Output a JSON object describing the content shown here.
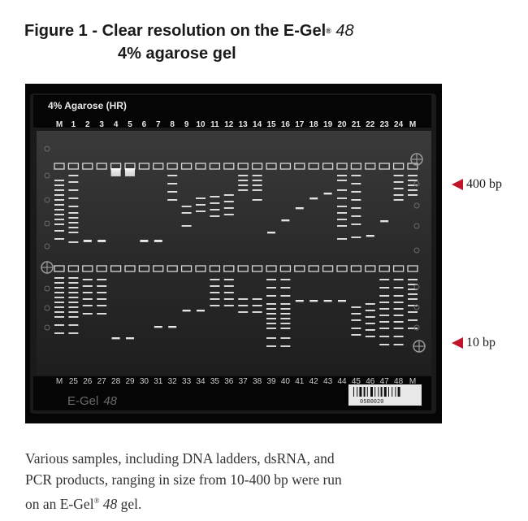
{
  "figure": {
    "title_line1_prefix": "Figure 1 - Clear resolution on the E-Gel",
    "title_reg": "®",
    "title_line1_italic": "48",
    "title_line2": "4% agarose gel"
  },
  "gel": {
    "header_label": "4% Agarose (HR)",
    "top_lanes": [
      "M",
      "1",
      "2",
      "3",
      "4",
      "5",
      "6",
      "7",
      "8",
      "9",
      "10",
      "11",
      "12",
      "13",
      "14",
      "15",
      "16",
      "17",
      "18",
      "19",
      "20",
      "21",
      "22",
      "23",
      "24",
      "M"
    ],
    "bottom_lanes": [
      "M",
      "25",
      "26",
      "27",
      "28",
      "29",
      "30",
      "31",
      "32",
      "33",
      "34",
      "35",
      "36",
      "37",
      "38",
      "39",
      "40",
      "41",
      "42",
      "43",
      "44",
      "45",
      "46",
      "47",
      "48",
      "M"
    ],
    "brand": "E-Gel",
    "brand_italic": "48",
    "barcode_number": "0580020"
  },
  "markers": {
    "upper": "400 bp",
    "lower": "10 bp",
    "color": "#c0142a"
  },
  "caption": {
    "line1": "Various samples, including DNA ladders, dsRNA, and",
    "line2": "PCR products, ranging in size from 10-400 bp were run",
    "line3_prefix": "on an E-Gel",
    "line3_reg": "®",
    "line3_italic": "48",
    "line3_suffix": " gel."
  }
}
